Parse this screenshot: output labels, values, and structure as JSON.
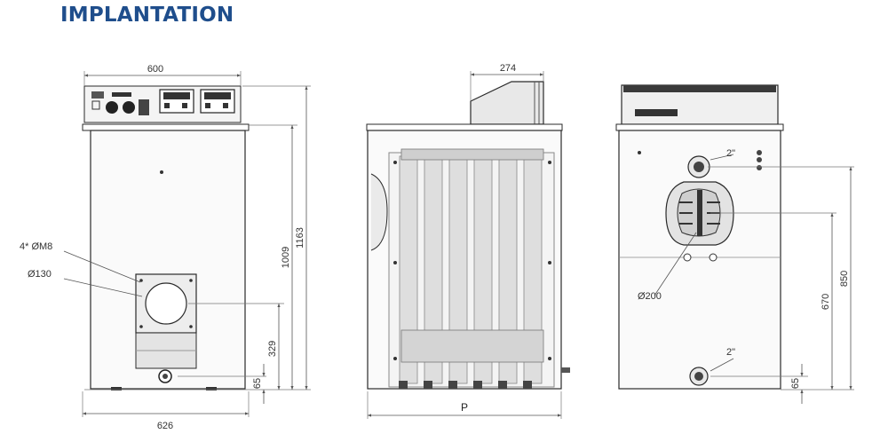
{
  "title": "IMPLANTATION",
  "front_view": {
    "width_top": "600",
    "width_bottom": "626",
    "height_total": "1163",
    "height_body": "1009",
    "flue_height": "329",
    "connection_height": "65",
    "label_fixings": "4* ØM8",
    "label_flue": "Ø130"
  },
  "side_view": {
    "burner_depth": "274",
    "depth_label": "P"
  },
  "rear_view": {
    "height_850": "850",
    "height_670": "670",
    "height_65": "65",
    "connection_top": "2\"",
    "connection_bottom": "2\"",
    "label_outlet": "Ø200"
  },
  "colors": {
    "title": "#1f4e8c",
    "panel": "#f2f2f2",
    "body": "#ffffff",
    "outline": "#2a2a2a",
    "dimension_line": "#555555"
  }
}
